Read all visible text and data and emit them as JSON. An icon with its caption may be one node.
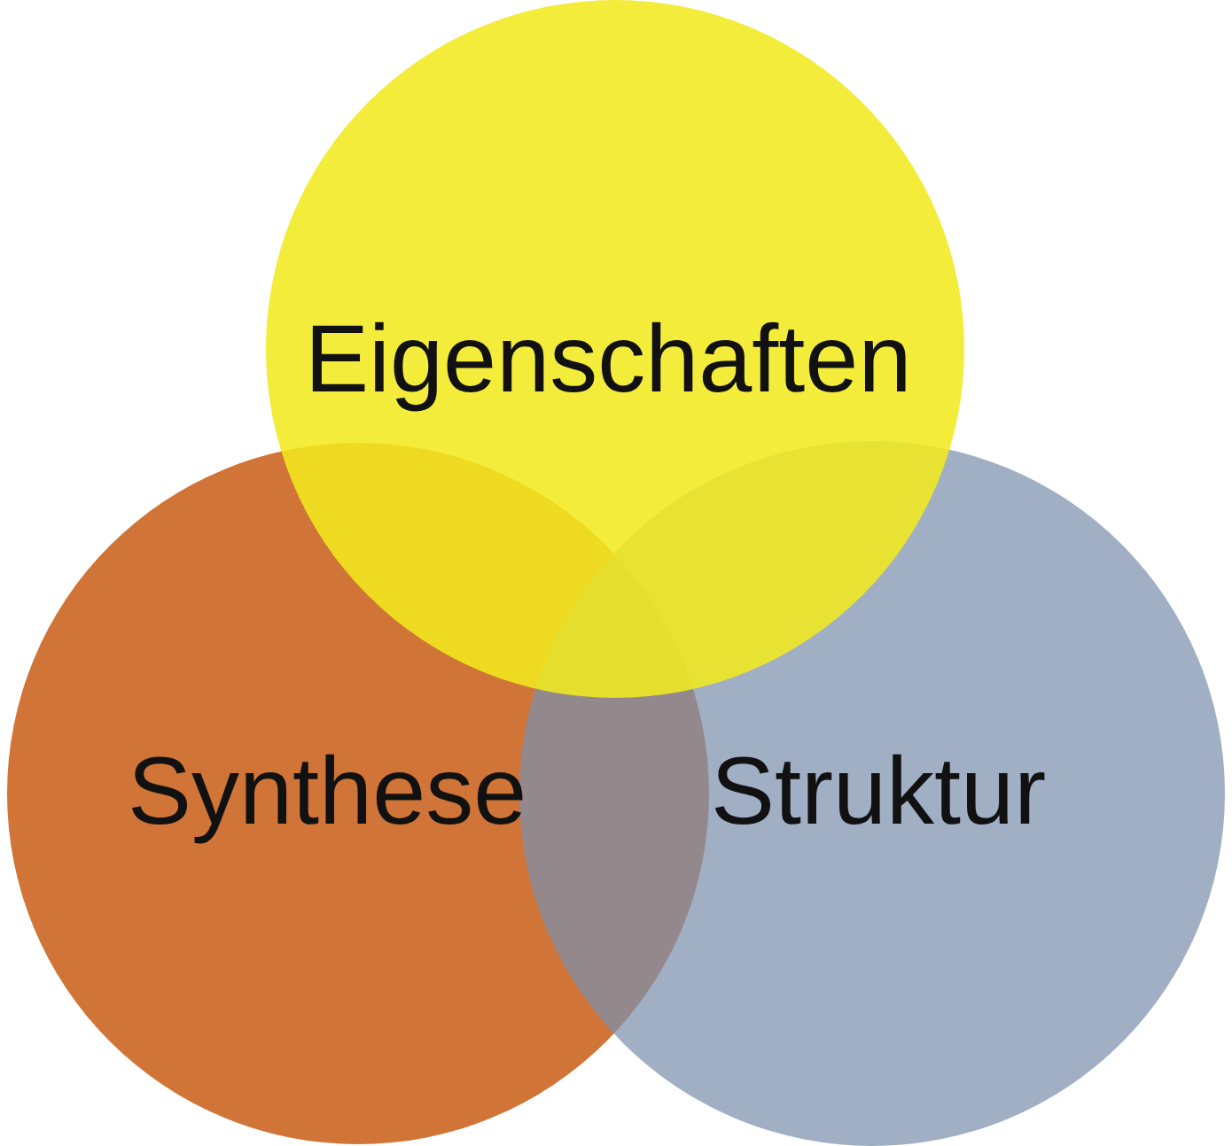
{
  "diagram": {
    "nodes": [
      {
        "text": [
          "Eigenschaften"
        ]
      },
      {
        "text": [
          "Synthese"
        ]
      },
      {
        "text": [
          "Struktur"
        ]
      }
    ]
  }
}
